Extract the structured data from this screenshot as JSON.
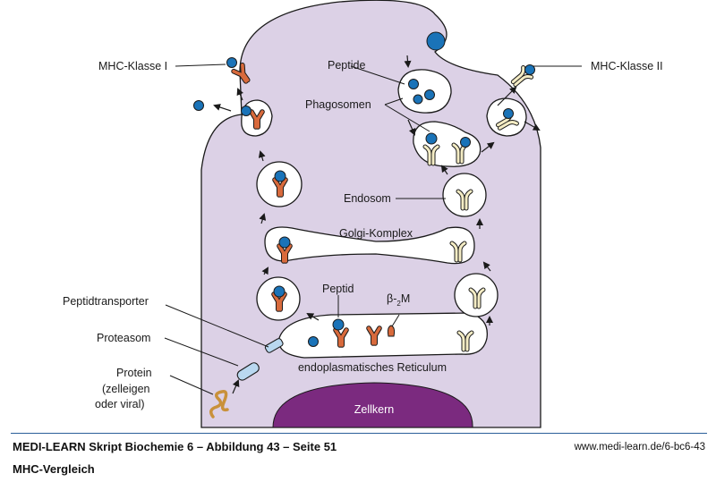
{
  "labels": {
    "mhc1": "MHC-Klasse I",
    "mhc2": "MHC-Klasse II",
    "peptide": "Peptide",
    "phagosomen": "Phagosomen",
    "endosom": "Endosom",
    "golgi": "Golgi-Komplex",
    "peptid": "Peptid",
    "beta": "β-",
    "beta_sub": "2",
    "beta_m": "M",
    "peptidtransporter": "Peptidtransporter",
    "proteasom": "Proteasom",
    "protein_1": "Protein",
    "protein_2": "(zelleigen",
    "protein_3": "oder viral)",
    "er": "endoplasmatisches Reticulum",
    "nucleus": "Zellkern"
  },
  "footer": {
    "title": "MEDI-LEARN Skript Biochemie 6 – Abbildung 43 – Seite 51",
    "url": "www.medi-learn.de/6-bc6-43",
    "subtitle": "MHC-Vergleich"
  },
  "colors": {
    "cell": "#dcd1e6",
    "nucleus": "#7b2a7f",
    "peptide": "#1a73b8",
    "mhc1": "#d86a3c",
    "mhc2": "#f4ecc4",
    "rule": "#2a5f99"
  }
}
